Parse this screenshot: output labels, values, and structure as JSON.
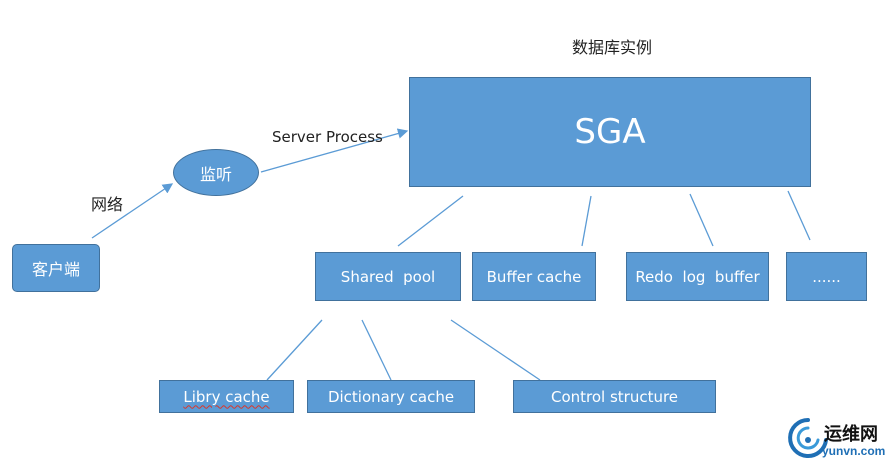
{
  "diagram": {
    "title": "数据库实例",
    "sga": "SGA",
    "client": "客户端",
    "listener": "监听",
    "network_label": "网络",
    "server_process_label": "Server Process",
    "sga_components": [
      "Shared  pool",
      "Buffer cache",
      "Redo  log  buffer",
      "......"
    ],
    "shared_pool_components": [
      "Libry cache",
      "Dictionary cache",
      "Control structure"
    ]
  },
  "watermark": {
    "site_name": "运维网",
    "domain": "yunvn.com"
  },
  "colors": {
    "box_fill": "#5b9bd5",
    "box_border": "#41719c",
    "connector": "#5b9bd5",
    "watermark_blue": "#1f6fb5"
  }
}
